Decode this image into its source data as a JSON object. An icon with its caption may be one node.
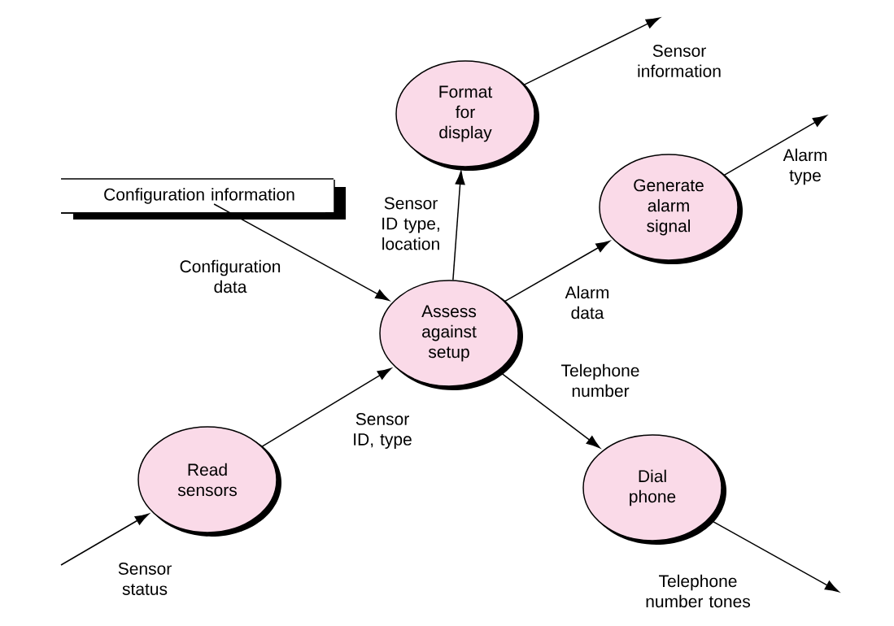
{
  "diagram": {
    "nodes": [
      {
        "text": [
          "Configuration information"
        ]
      },
      {
        "text": [
          "Format for display"
        ]
      },
      {
        "text": [
          "Generate alarm signal"
        ]
      },
      {
        "text": [
          "Assess against setup"
        ]
      },
      {
        "text": [
          "Read sensors"
        ]
      },
      {
        "text": [
          "Dial phone"
        ]
      }
    ],
    "edges": [
      {
        "from": null,
        "to": 4,
        "arrow": "to",
        "label": "Sensor status"
      },
      {
        "from": 4,
        "to": 3,
        "arrow": "to",
        "label": "Sensor ID, type"
      },
      {
        "from": 0,
        "to": 3,
        "arrow": "to",
        "label": "Configuration data"
      },
      {
        "from": 3,
        "to": 1,
        "arrow": "to",
        "label": "Sensor ID type, location"
      },
      {
        "from": 3,
        "to": 2,
        "arrow": "to",
        "label": "Alarm data"
      },
      {
        "from": 3,
        "to": 5,
        "arrow": "to",
        "label": "Telephone number"
      },
      {
        "from": 1,
        "to": null,
        "arrow": "to",
        "label": "Sensor information"
      },
      {
        "from": 2,
        "to": null,
        "arrow": "to",
        "label": "Alarm type"
      },
      {
        "from": 5,
        "to": null,
        "arrow": "to",
        "label": "Telephone number tones"
      }
    ]
  }
}
